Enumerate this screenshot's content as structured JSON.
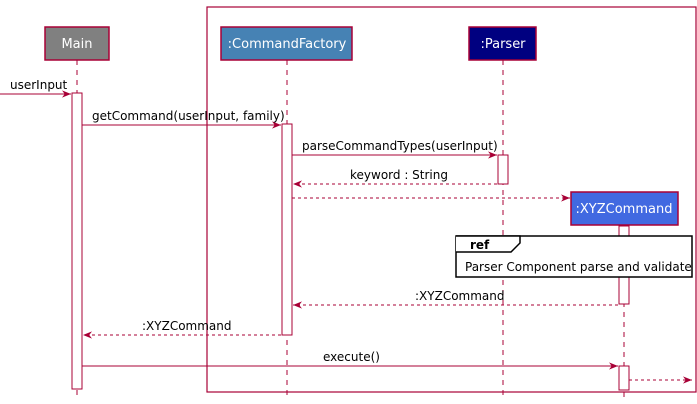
{
  "participants": [
    {
      "id": "main",
      "label": "Main",
      "fill": "#808080",
      "text_color": "#ffffff"
    },
    {
      "id": "factory",
      "label": ":CommandFactory",
      "fill": "#4682B4",
      "text_color": "#ffffff"
    },
    {
      "id": "parser",
      "label": ":Parser",
      "fill": "#000080",
      "text_color": "#ffffff"
    },
    {
      "id": "xyz",
      "label": ":XYZCommand",
      "fill": "#4169E1",
      "text_color": "#ffffff"
    }
  ],
  "messages": [
    {
      "id": "msg-user-input",
      "label": "userInput",
      "kind": "call"
    },
    {
      "id": "msg-get-command",
      "label": "getCommand(userInput, family)",
      "kind": "call"
    },
    {
      "id": "msg-parse-types",
      "label": "parseCommandTypes(userInput)",
      "kind": "call"
    },
    {
      "id": "msg-keyword",
      "label": "keyword : String",
      "kind": "return"
    },
    {
      "id": "msg-create",
      "label": "",
      "kind": "create"
    },
    {
      "id": "msg-xyz-return-1",
      "label": ":XYZCommand",
      "kind": "return"
    },
    {
      "id": "msg-xyz-return-2",
      "label": ":XYZCommand",
      "kind": "return"
    },
    {
      "id": "msg-execute",
      "label": "execute()",
      "kind": "call"
    },
    {
      "id": "msg-exit",
      "label": "",
      "kind": "return"
    }
  ],
  "ref": {
    "tag": "ref",
    "text": "Parser Component parse and validate"
  },
  "colors": {
    "arrow": "#A80036",
    "lifeline": "#A80036",
    "box_border": "#A80036",
    "activation_fill": "#ffffff"
  }
}
